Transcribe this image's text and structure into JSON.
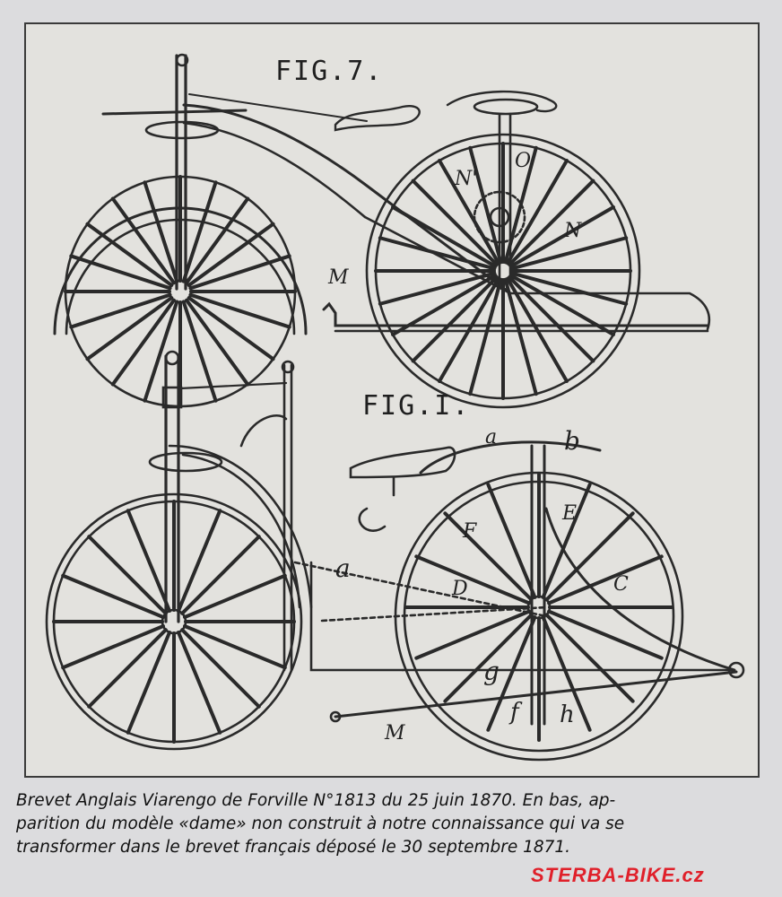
{
  "figures": {
    "top": {
      "label": "FIG.7.",
      "letters": [
        "N'",
        "O",
        "N",
        "M"
      ]
    },
    "bottom": {
      "label": "FIG.I.",
      "letters": [
        "a",
        "b",
        "E",
        "F",
        "a",
        "D",
        "C",
        "g",
        "f",
        "h",
        "M"
      ]
    }
  },
  "caption": {
    "line1": "Brevet Anglais Viarengo de Forville N°1813 du 25 juin 1870. En bas, ap-",
    "line2": "parition du modèle «dame» non construit à notre connaissance qui va se",
    "line3": "transformer dans le brevet français déposé le 30 septembre 1871."
  },
  "watermark": {
    "main": "STERBA",
    "sub": "-BIKE.cz",
    "color": "#e0202a"
  }
}
